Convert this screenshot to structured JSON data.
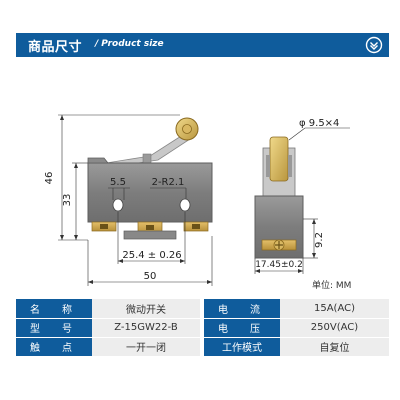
{
  "header": {
    "title": "商品尺寸",
    "subtitle": "Product size",
    "slash": "/"
  },
  "drawing": {
    "dims": {
      "height_total": "46",
      "height_body": "33",
      "hole_offset": "5.5",
      "radius": "2-R2.1",
      "pin_spacing": "25.4 ± 0.26",
      "width": "50",
      "roller": "φ 9.5×4",
      "side_height": "9.2",
      "side_width": "17.45±0.2"
    }
  },
  "unit_note": "单位: MM",
  "specs": [
    {
      "k1": "名　称",
      "v1": "微动开关",
      "k2": "电　流",
      "v2": "15A(AC)"
    },
    {
      "k1": "型　号",
      "v1": "Z-15GW22-B",
      "k2": "电　压",
      "v2": "250V(AC)"
    },
    {
      "k1": "触　点",
      "v1": "一开一闭",
      "k2": "工作模式",
      "v2": "自复位"
    }
  ]
}
